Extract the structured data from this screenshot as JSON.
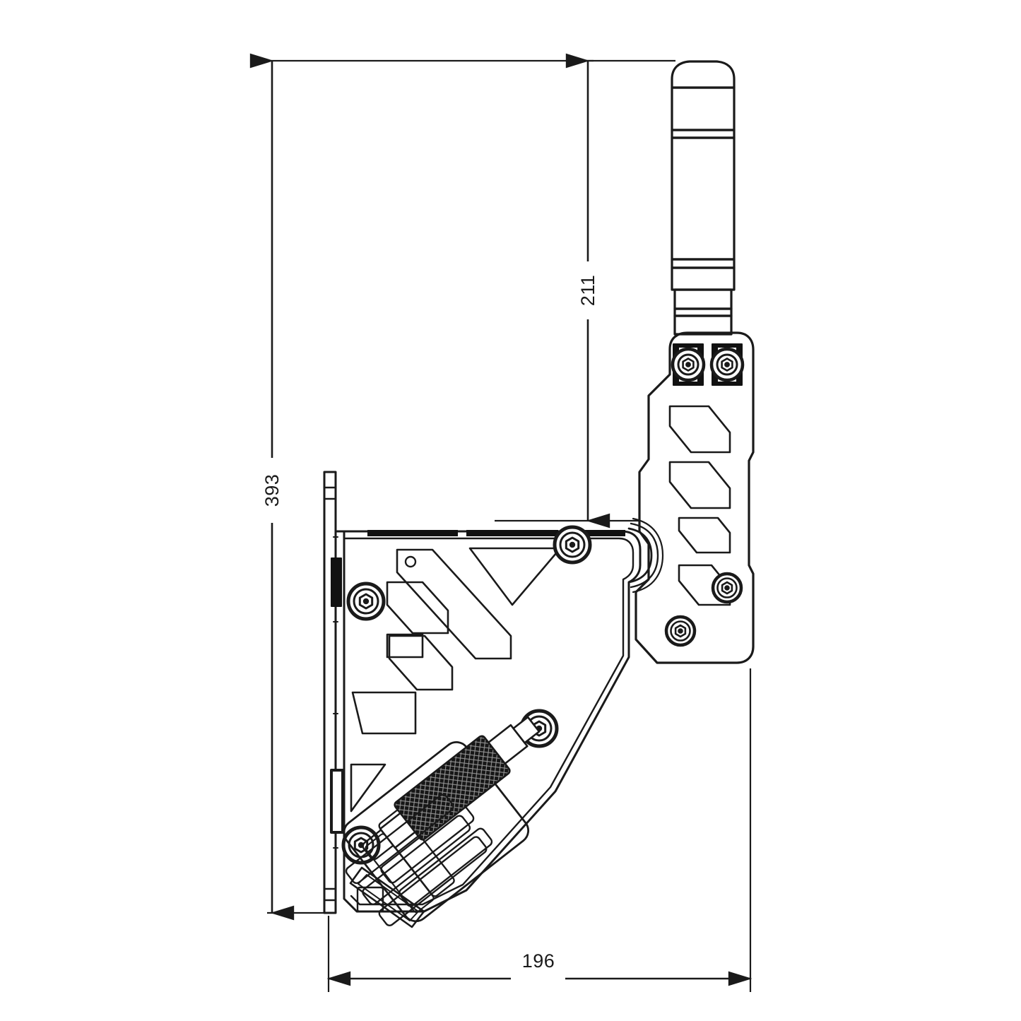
{
  "drawing": {
    "title": "Sim racing handbrake assembly - side elevation",
    "background_color": "#ffffff",
    "line_color": "#1a1a1a",
    "units": "mm",
    "view": "side elevation"
  },
  "dimensions": {
    "overall_height": {
      "value": "393",
      "orientation": "vertical",
      "label_rotation_deg": -90
    },
    "handle_height": {
      "value": "211",
      "orientation": "vertical",
      "label_rotation_deg": -90
    },
    "overall_depth": {
      "value": "196",
      "orientation": "horizontal",
      "label_rotation_deg": 0
    }
  },
  "components": {
    "handle_grip": "cylindrical segmented grip",
    "lever_arm": "slotted lever arm",
    "mounting_plate": "vertical slotted mounting plate",
    "bracket_body": "angled bracket body with diagonal lightening slots",
    "adjustment_knob": "knurled adjustment knob",
    "fasteners": "hex socket cap screws"
  },
  "colors": {
    "line": "#1a1a1a",
    "knurl_fill": "#161616",
    "recess_fill": "#111111",
    "paper": "#ffffff"
  }
}
